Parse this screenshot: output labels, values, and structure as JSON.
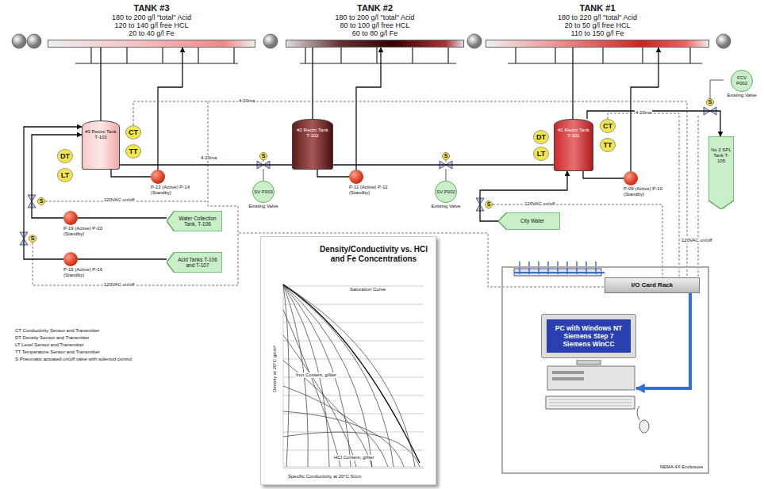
{
  "diagram": {
    "nodes": [
      {
        "text": [
          "TANK #3",
          "180 to 200 g/l \"total\" Acid",
          "120 to 140 g/l free HCL",
          "20 to 40 g/l Fe"
        ]
      },
      {
        "text": [
          "TANK #2",
          "180 to 200 g/l \"total\" Acid",
          "80 to 100 g/l free HCL",
          "60 to 80 g/l Fe"
        ]
      },
      {
        "text": [
          "TANK #1",
          "180 to 220 g/l \"total\" Acid",
          "20 to 50 g/l free HCL",
          "110 to 150 g/l Fe"
        ]
      },
      {
        "text": [
          "#3 Recirc Tank",
          "T-103"
        ]
      },
      {
        "text": [
          "CT"
        ]
      },
      {
        "text": [
          "TT"
        ]
      },
      {
        "text": [
          "DT"
        ]
      },
      {
        "text": [
          "LT"
        ]
      },
      {
        "text": [
          "P-13 (Active) P-14 (Standby)"
        ]
      },
      {
        "text": [
          "SV P003",
          "Existing Valve"
        ]
      },
      {
        "text": [
          "#2 Recirc Tank",
          "T-102"
        ]
      },
      {
        "text": [
          "P-11 (Active) P-12 (Standby)"
        ]
      },
      {
        "text": [
          "SV P002",
          "Existing Valve"
        ]
      },
      {
        "text": [
          "#1 Recirc Tank",
          "T-101"
        ]
      },
      {
        "text": [
          "CT"
        ]
      },
      {
        "text": [
          "TT"
        ]
      },
      {
        "text": [
          "DT"
        ]
      },
      {
        "text": [
          "LT"
        ]
      },
      {
        "text": [
          "P-09 (Active) P-10 (Standby)"
        ]
      },
      {
        "text": [
          "FCV P002",
          "Existing Valve"
        ]
      },
      {
        "text": [
          "No 2 SPL Tank T-105"
        ]
      },
      {
        "text": [
          "Water Collection Tank, T-106"
        ]
      },
      {
        "text": [
          "P-19 (Active) P-20 (Standby)"
        ]
      },
      {
        "text": [
          "Acid Tanks T-106 and T-107"
        ]
      },
      {
        "text": [
          "P-15 (Active) P-16 (Standby)"
        ]
      },
      {
        "text": [
          "City Water"
        ]
      },
      {
        "text": [
          "Density/Conductivity vs. HCl and Fe Concentrations"
        ]
      },
      {
        "text": [
          "NEMA 4X Enclosure"
        ]
      },
      {
        "text": [
          "I/O Card Rack"
        ],
        "in": 27
      },
      {
        "text": [
          "PC with Windows NT Siemens Step 7 Siemens WinCC"
        ],
        "in": 27
      }
    ],
    "edges": [
      {
        "from": 0,
        "to": 3,
        "arrow": "none"
      },
      {
        "from": 3,
        "to": 8,
        "arrow": "none"
      },
      {
        "from": 8,
        "to": 0,
        "arrow": "to"
      },
      {
        "from": 3,
        "to": 10,
        "arrow": "none"
      },
      {
        "from": 1,
        "to": 10,
        "arrow": "none"
      },
      {
        "from": 10,
        "to": 11,
        "arrow": "none"
      },
      {
        "from": 11,
        "to": 1,
        "arrow": "to"
      },
      {
        "from": 10,
        "to": 13,
        "arrow": "none"
      },
      {
        "from": 2,
        "to": 13,
        "arrow": "none"
      },
      {
        "from": 13,
        "to": 18,
        "arrow": "none"
      },
      {
        "from": 18,
        "to": 2,
        "arrow": "to"
      },
      {
        "from": 13,
        "to": 20,
        "arrow": "to"
      },
      {
        "from": 21,
        "to": 22,
        "arrow": "none"
      },
      {
        "from": 22,
        "to": 3,
        "arrow": "to"
      },
      {
        "from": 23,
        "to": 24,
        "arrow": "none"
      },
      {
        "from": 24,
        "to": 3,
        "arrow": "to"
      },
      {
        "from": 25,
        "to": 13,
        "arrow": "to"
      },
      {
        "from": 28,
        "to": 29,
        "arrow": "to"
      },
      {
        "from": 4,
        "to": 28,
        "label": "4-20ma",
        "arrow": "none"
      },
      {
        "from": 14,
        "to": 28,
        "label": "4-20ma",
        "arrow": "none"
      }
    ],
    "labels": [
      "4-20ma",
      "120VAC on/off",
      "120VAC on/off",
      "120VAC on/off",
      "120VAC on/off",
      "S",
      "S",
      "S",
      "S",
      "S",
      "S",
      "CT  Conductivity Sensor and Transmitter",
      "DT  Density Sensor and Transmitter",
      "LT  Level Sensor and Transmitter",
      "TT  Temperature Sensor and Transmitter",
      "S  Pneumatic actuated on/off valve with solenoid control",
      "Saturation Curve",
      "Iron Content, g/liter",
      "HCl Content, g/liter",
      "Specific Conductivity at 20°C S/cm",
      "Density at 20°C g/cm³"
    ]
  }
}
